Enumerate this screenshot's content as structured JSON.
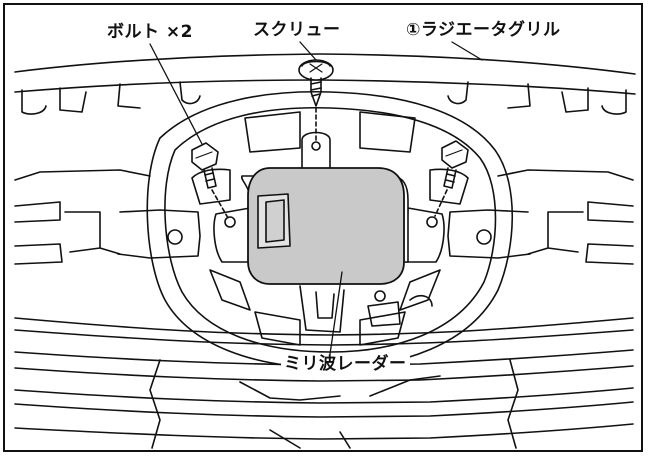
{
  "labels": {
    "bolt": "ボルト ×2",
    "screw": "スクリュー",
    "grille": "①ラジエータグリル",
    "radar": "ミリ波レーダー"
  }
}
